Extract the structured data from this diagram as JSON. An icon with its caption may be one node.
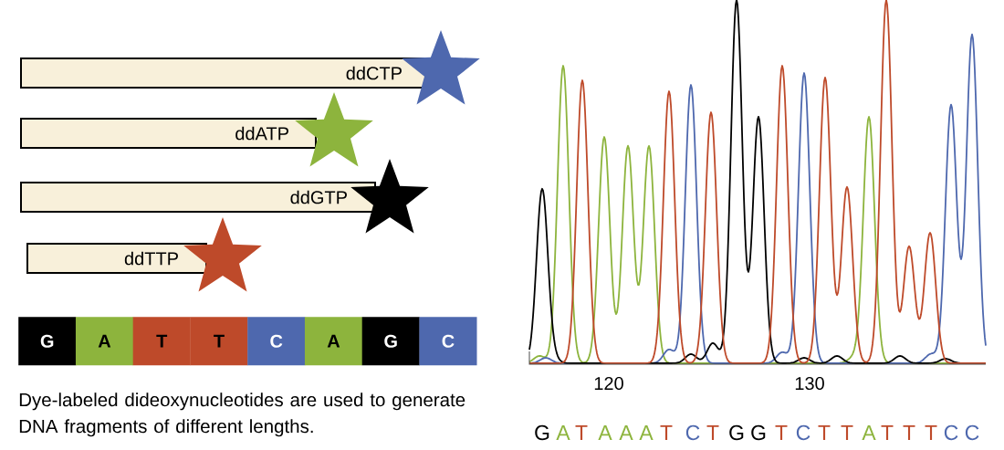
{
  "diagram": {
    "caption": "Dye-labeled dideoxynucleotides are used to generate DNA fragments of different lengths.",
    "nodes": [
      {
        "text": [
          "ddCTP"
        ]
      },
      {
        "text": [
          "ddATP"
        ]
      },
      {
        "text": [
          "ddGTP"
        ]
      },
      {
        "text": [
          "ddTTP"
        ]
      },
      {
        "text": [
          "G"
        ]
      },
      {
        "text": [
          "A"
        ]
      },
      {
        "text": [
          "T"
        ]
      },
      {
        "text": [
          "T"
        ]
      },
      {
        "text": [
          "C"
        ]
      },
      {
        "text": [
          "A"
        ]
      },
      {
        "text": [
          "G"
        ]
      },
      {
        "text": [
          "C"
        ]
      }
    ],
    "labels": [
      "120",
      "130",
      "G",
      "A",
      "T",
      "A",
      "A",
      "A",
      "T",
      "C",
      "T",
      "G",
      "G",
      "T",
      "C",
      "T",
      "T",
      "A",
      "T",
      "T",
      "T",
      "C",
      "C"
    ]
  }
}
